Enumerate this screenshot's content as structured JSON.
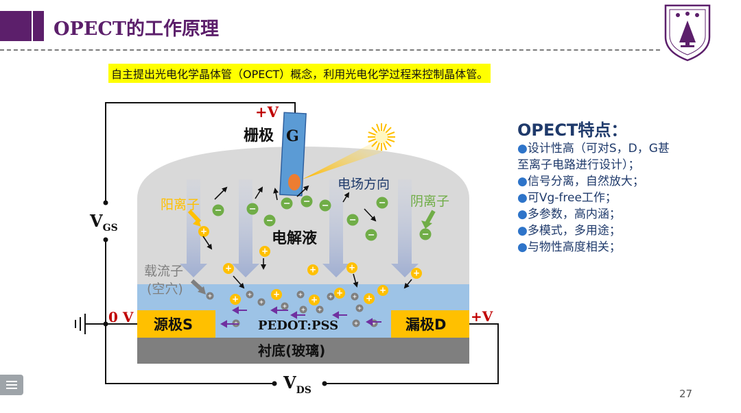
{
  "title": "OPECT的工作原理",
  "intro": "自主提出光电化学晶体管（OPECT）概念，利用光电化学过程来控制晶体管。",
  "diagram": {
    "gate_voltage": "+V",
    "gate_label": "栅极",
    "gate_letter": "G",
    "field_direction": "电场方向",
    "cation_label": "阳离子",
    "anion_label": "阴离子",
    "electrolyte": "电解液",
    "carrier_label": "载流子",
    "carrier_sub": "(空穴)",
    "source_voltage": "0 V",
    "source": "源极S",
    "channel": "PEDOT:PSS",
    "drain": "漏极D",
    "drain_voltage": "+V",
    "substrate": "衬底(玻璃)",
    "vgs_main": "V",
    "vgs_sub": "GS",
    "vds_main": "V",
    "vds_sub": "DS",
    "plus_sign": "+",
    "minus_sign": "−"
  },
  "features": {
    "heading": "OPECT特点：",
    "items": [
      "设计性高（可对S，D，G甚至离子电路进行设计）；",
      "信号分离，自然放大；",
      "可Vg-free工作；",
      "多参数，高内涵；",
      "多模式，多用途；",
      "与物性高度相关；"
    ]
  },
  "page_number": "27",
  "colors": {
    "brand": "#5c1f6b",
    "text_blue": "#1f3a6b",
    "highlight": "#ffff00",
    "electrode": "#ffc000",
    "channel": "#9dc3e6",
    "substrate": "#7f7f7f",
    "electrolyte": "#d9d9d9",
    "anion": "#70ad47",
    "cation": "#ffc000"
  }
}
